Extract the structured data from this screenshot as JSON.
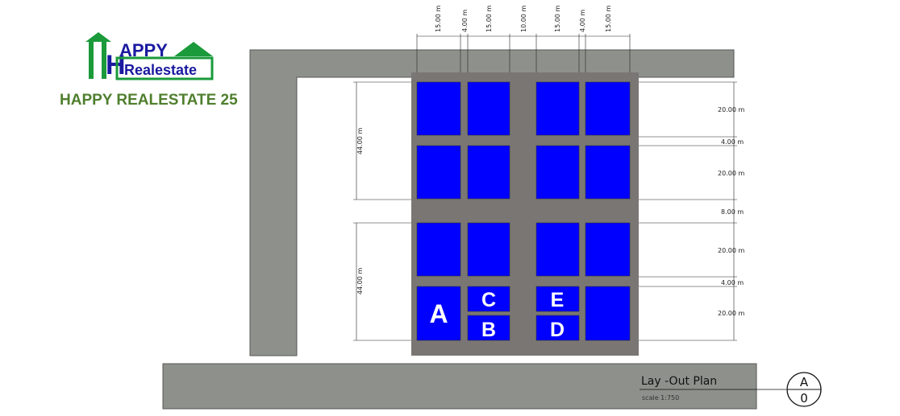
{
  "logo": {
    "word_top": "APPY",
    "word_bottom": "Realestate",
    "letter": "H",
    "caption": "HAPPY REALESTATE 25",
    "colors": {
      "green": "#1a9a3a",
      "blue": "#1a1aa0",
      "caption": "#4f7f2e"
    }
  },
  "plan": {
    "colors": {
      "road": "#8e918b",
      "block": "#7a7674",
      "plot": "#0000ff",
      "plot_text": "#ffffff"
    },
    "top_dimensions": [
      "15.00 m",
      "4.00 m",
      "15.00 m",
      "10.00 m",
      "15.00 m",
      "4.00 m",
      "15.00 m"
    ],
    "left_dimensions": [
      "44.00 m",
      "44.00 m"
    ],
    "right_dimensions": [
      "20.00 m",
      "4.00 m",
      "20.00 m",
      "8.00 m",
      "20.00 m",
      "4.00 m",
      "20.00 m"
    ],
    "plot_labels": {
      "a": "A",
      "b": "B",
      "c": "C",
      "d": "D",
      "e": "E"
    }
  },
  "title_block": {
    "title": "Lay -Out Plan",
    "scale": "scale 1:750",
    "symbol_top": "A",
    "symbol_bottom": "0"
  }
}
